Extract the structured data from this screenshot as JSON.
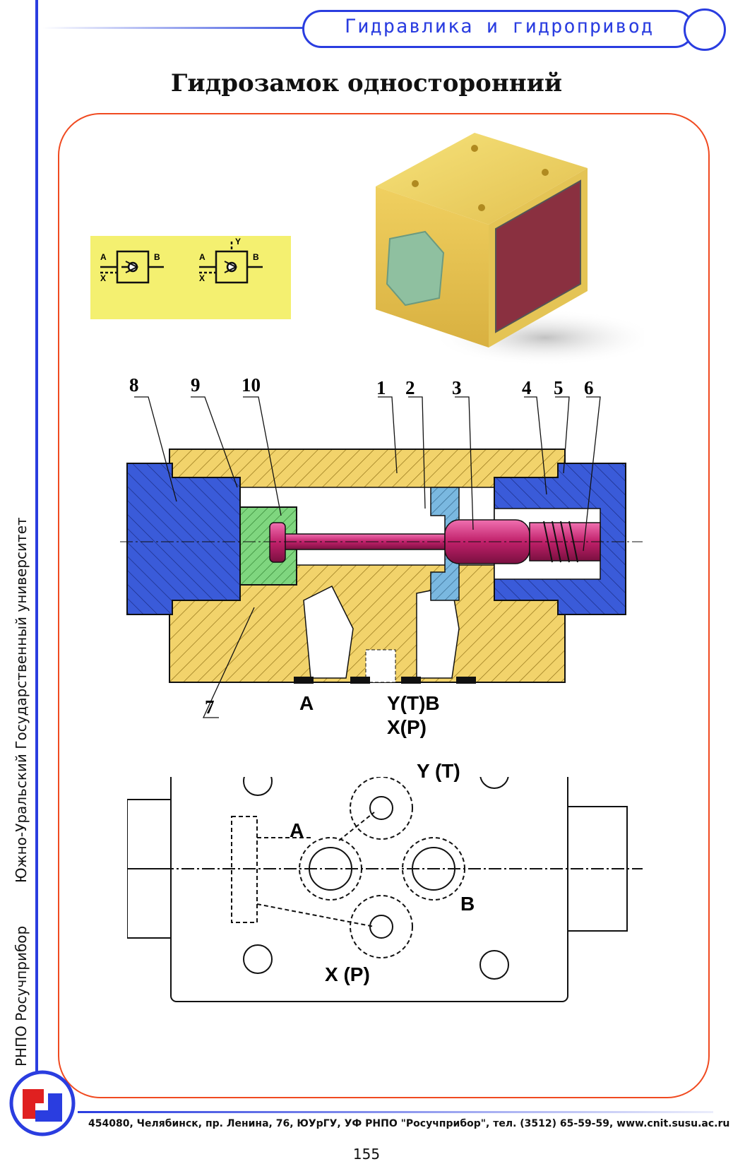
{
  "header": {
    "title": "Гидравлика и гидропривод"
  },
  "page": {
    "title": "Гидрозамок односторонний",
    "number": "155"
  },
  "sidebar": {
    "line1": "РНПО Росучприбор",
    "line2": "Южно-Уральский Государственный университет"
  },
  "footer": {
    "address": "454080, Челябинск, пр. Ленина, 76, ЮУрГУ, УФ РНПО \"Росучприбор\", тел. (3512) 65-59-59, www.cnit.susu.ac.ru"
  },
  "symbols": {
    "left": {
      "a": "A",
      "b": "B",
      "x": "X"
    },
    "right": {
      "a": "A",
      "b": "B",
      "x": "X",
      "y": "Y"
    }
  },
  "section": {
    "callouts": [
      "8",
      "9",
      "10",
      "1",
      "2",
      "3",
      "4",
      "5",
      "6",
      "7"
    ],
    "port_a": "A",
    "port_ytb": "Y(T)B",
    "port_xp": "X(P)"
  },
  "plan": {
    "port_yt": "Y (T)",
    "port_a": "A",
    "port_b": "B",
    "port_xp": "X (P)"
  },
  "colors": {
    "accent": "#2a3de0",
    "frame": "#f04a20",
    "body": "#f2d36b",
    "nut": "#3a5bd9",
    "spool": "#d0307a",
    "seat": "#7fd67f"
  }
}
